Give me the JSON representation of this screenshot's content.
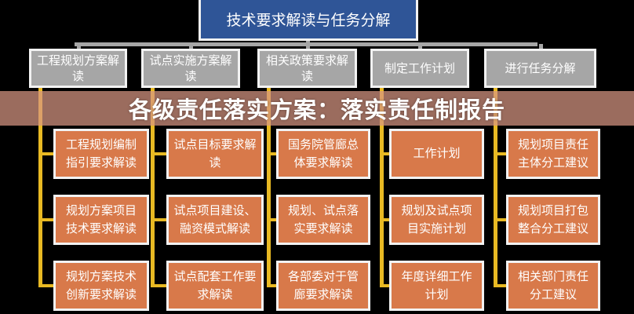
{
  "root": "技术要求解读与任务分解",
  "columns": [
    {
      "header": "工程规划方案解读",
      "items": [
        "工程规划编制指引要求解读",
        "规划方案项目技术要求解读",
        "规划方案技术创新要求解读"
      ]
    },
    {
      "header": "试点实施方案解读",
      "items": [
        "试点目标要求解读",
        "试点项目建设、融资模式解读",
        "试点配套工作要求解读"
      ]
    },
    {
      "header": "相关政策要求解读",
      "items": [
        "国务院管廊总体要求解读",
        "规划、试点落实要求解读",
        "各部委对于管廊要求解读"
      ]
    },
    {
      "header": "制定工作计划",
      "items": [
        "工作计划",
        "规划及试点项目实施计划",
        "年度详细工作计划"
      ]
    },
    {
      "header": "进行任务分解",
      "items": [
        "规划项目责任主体分工建议",
        "规划项目打包整合分工建议",
        "相关部门责任分工建议"
      ]
    }
  ],
  "banner": "各级责任落实方案：落实责任制报告",
  "colors": {
    "root": "#2f5597",
    "header": "#a6a6a6",
    "item": "#d8794a",
    "line": "#e8b923"
  }
}
